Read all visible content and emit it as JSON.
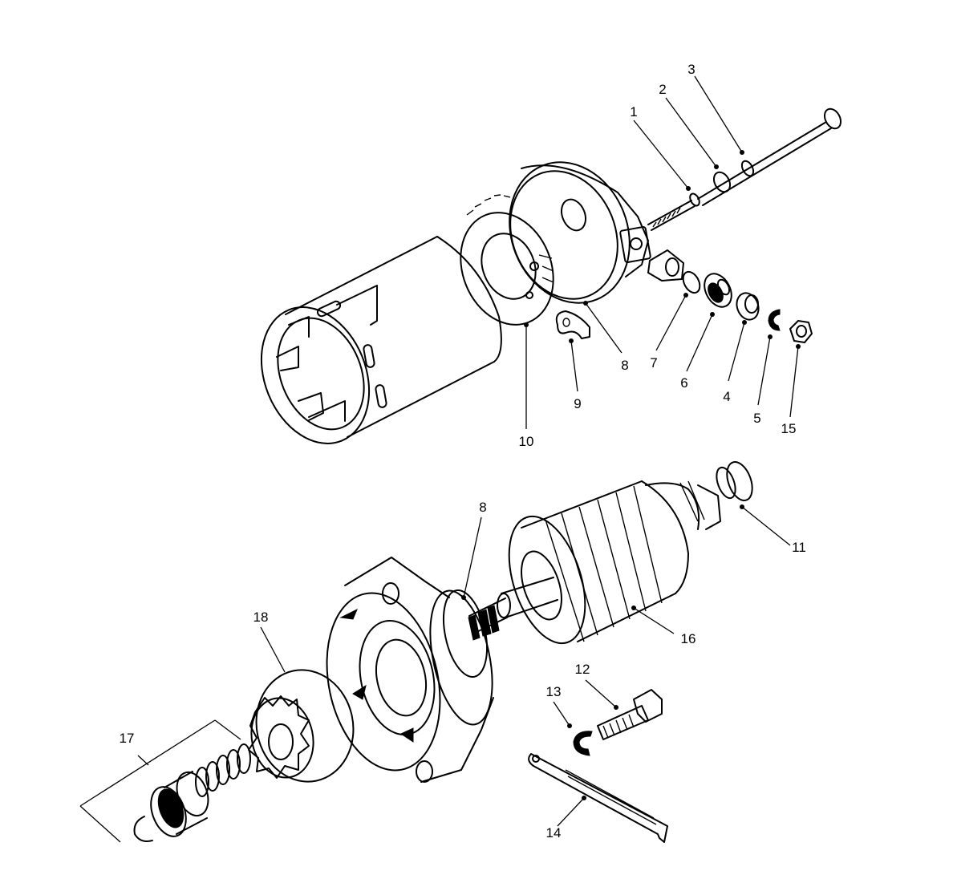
{
  "callouts": {
    "c1": "1",
    "c2": "2",
    "c3": "3",
    "c4": "4",
    "c5": "5",
    "c6": "6",
    "c7": "7",
    "c8a": "8",
    "c8b": "8",
    "c9": "9",
    "c10": "10",
    "c11": "11",
    "c12": "12",
    "c13": "13",
    "c14": "14",
    "c15": "15",
    "c16": "16",
    "c17": "17",
    "c18": "18"
  }
}
